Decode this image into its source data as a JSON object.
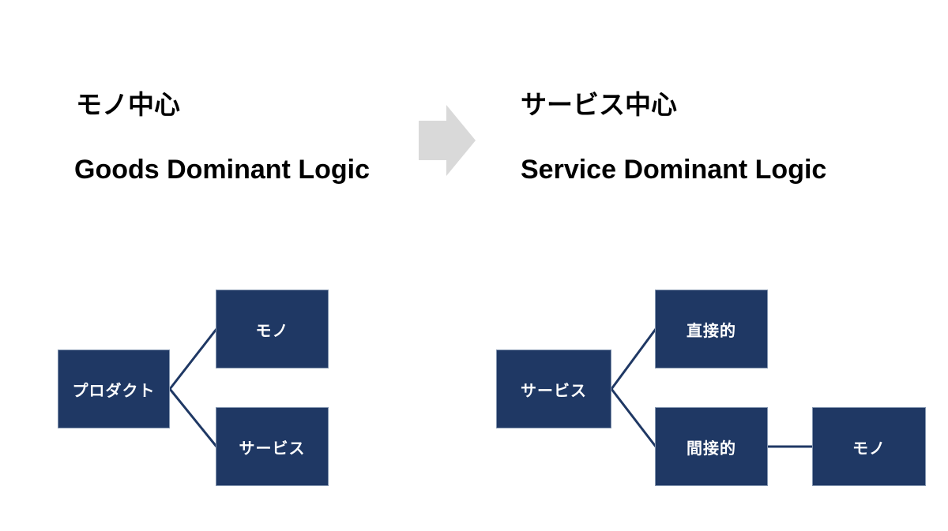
{
  "slide": {
    "left": {
      "title_jp": "モノ中心",
      "title_en": "Goods Dominant Logic",
      "root": "プロダクト",
      "child_top": "モノ",
      "child_bottom": "サービス"
    },
    "right": {
      "title_jp": "サービス中心",
      "title_en": "Service Dominant Logic",
      "root": "サービス",
      "child_top": "直接的",
      "child_bottom": "間接的",
      "grandchild": "モノ"
    },
    "arrow": "right-block-arrow"
  },
  "colors": {
    "background": "#ffffff",
    "title_text": "#000000",
    "node_fill": "#1f3864",
    "node_border": "#8496b0",
    "node_text": "#ffffff",
    "connector": "#1f3864",
    "arrow_fill": "#d9d9d9"
  }
}
